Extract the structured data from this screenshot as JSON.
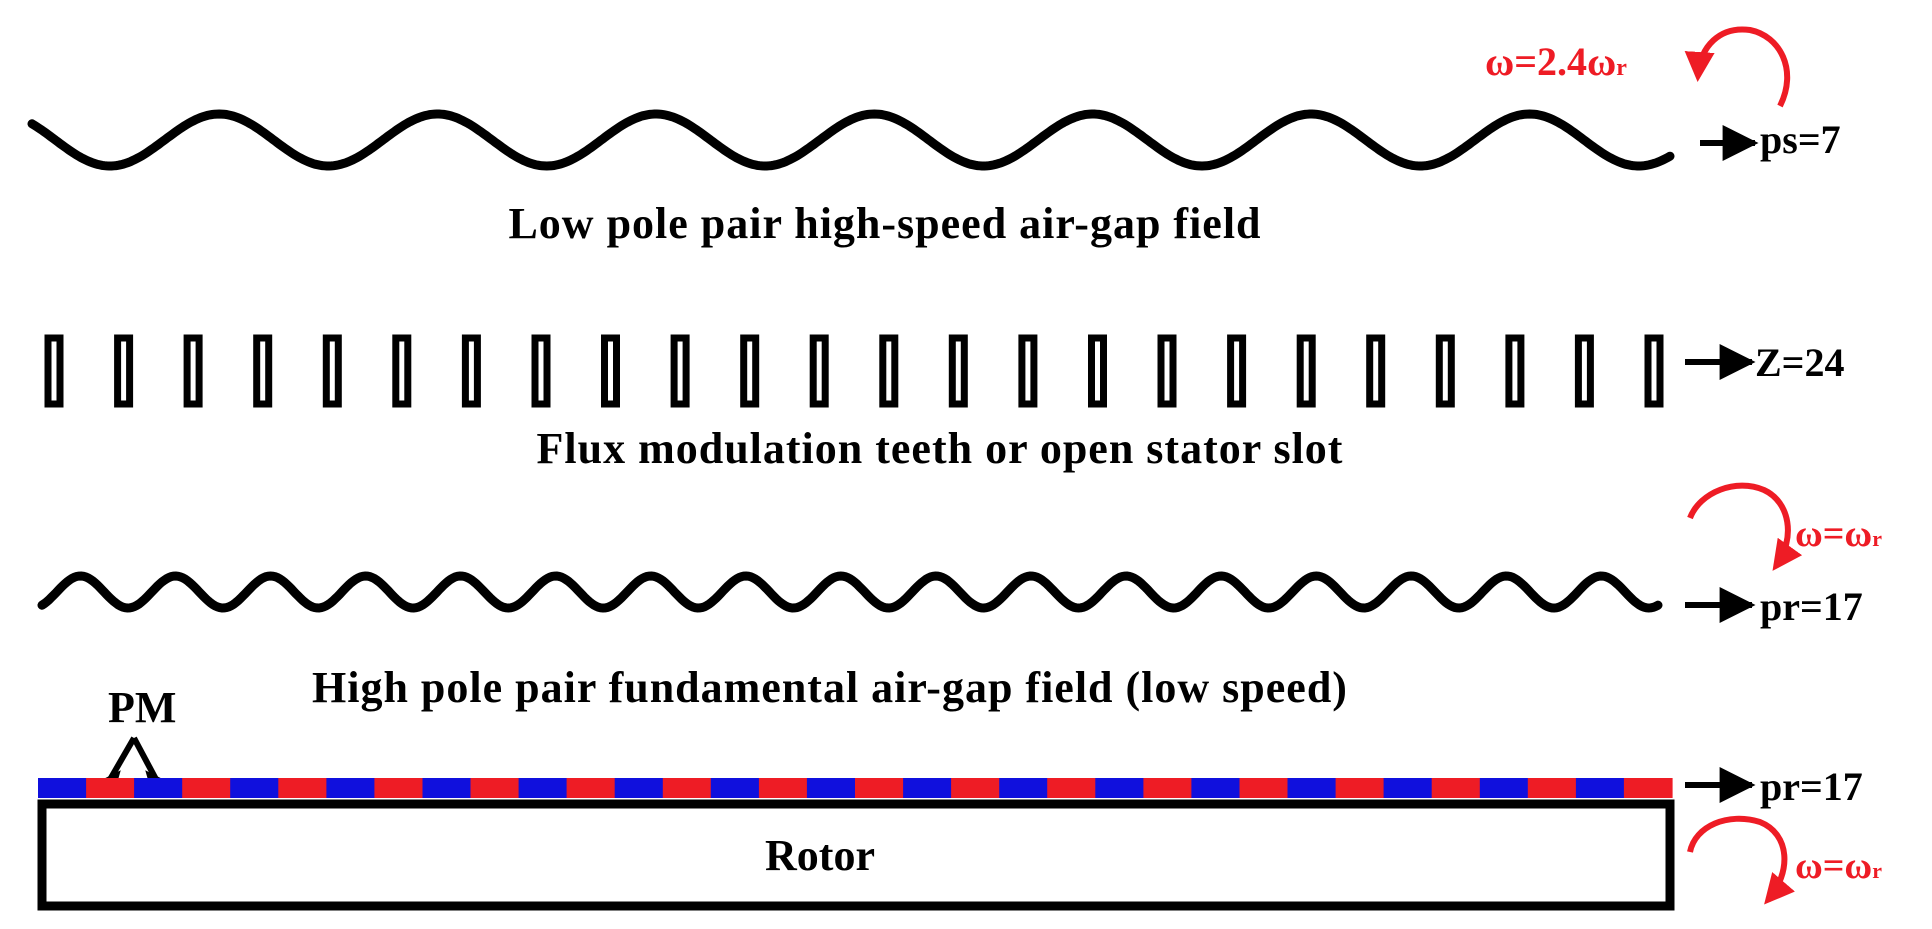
{
  "diagram": {
    "stator_field": {
      "label": "Low pole pair high-speed air-gap field",
      "pole_pairs_label": "ps=7",
      "speed_label_base": "ω=2.4ω",
      "speed_label_sub": "r",
      "pole_pairs": 7,
      "speed_ratio": 2.4
    },
    "modulator": {
      "label": "Flux modulation teeth or open stator slot",
      "teeth_label": "Z=24",
      "teeth_count": 24
    },
    "rotor_field": {
      "label": "High pole pair fundamental air-gap field (low speed)",
      "pole_pairs_label": "pr=17",
      "speed_label_base": "ω=ω",
      "speed_label_sub": "r",
      "pole_pairs": 17
    },
    "rotor": {
      "label": "Rotor",
      "pm_label": "PM",
      "pole_pairs_label": "pr=17",
      "speed_label_base": "ω=ω",
      "speed_label_sub": "r",
      "pole_pairs": 17
    },
    "colors": {
      "ink": "#000000",
      "arrow_red": "#ee1c25",
      "magnet_red": "#ee1c25",
      "magnet_blue": "#1010dd"
    }
  }
}
